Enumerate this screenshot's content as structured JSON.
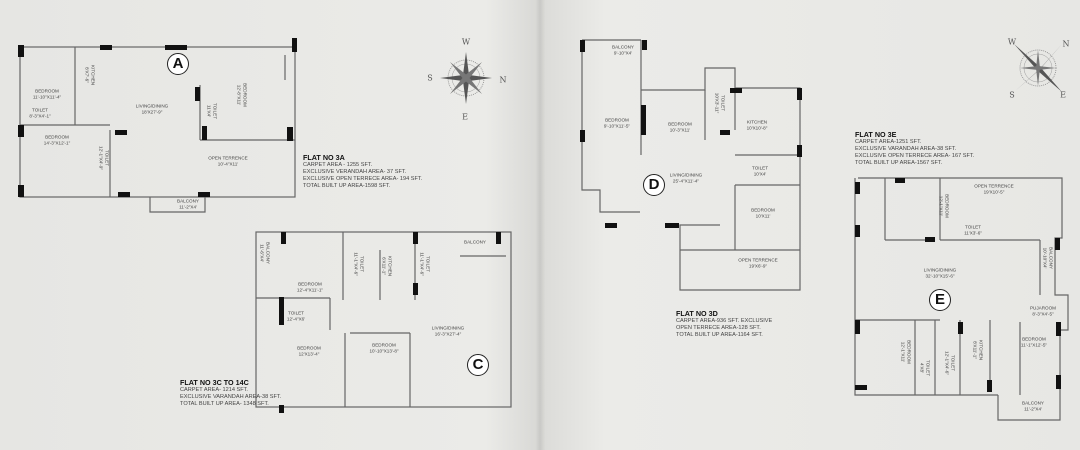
{
  "compass": {
    "north": "N",
    "south": "S",
    "east": "E",
    "west": "W"
  },
  "flats": [
    {
      "letter": "A",
      "title": "FLAT NO 3A",
      "lines": [
        "CARPET AREA - 1255 SFT.",
        "EXCLUSIVE VERANDAH AREA- 37 SFT.",
        "EXCLUSIVE OPEN TERRECE AREA- 194 SFT.",
        "TOTAL BUILT UP AREA-1598 SFT."
      ],
      "rooms": [
        {
          "name": "Bedroom",
          "dims": "11'-10\"X11'-4\""
        },
        {
          "name": "Kitchen",
          "dims": "8'X7'-6\""
        },
        {
          "name": "Toilet",
          "dims": "8'-3\"X4'-1\""
        },
        {
          "name": "Bedroom",
          "dims": "14'-3\"X12'-1\""
        },
        {
          "name": "Toilet",
          "dims": "12'-1\"X4'-9\""
        },
        {
          "name": "Living/Dining",
          "dims": "18'X27'-9\""
        },
        {
          "name": "Toilet",
          "dims": "11'X4'"
        },
        {
          "name": "Bedroom",
          "dims": "12'-8\"X11'"
        },
        {
          "name": "Open Terrence",
          "dims": "10'-4\"X11'"
        },
        {
          "name": "Balcony",
          "dims": "11'-2\"X4'"
        }
      ]
    },
    {
      "letter": "C",
      "title": "FLAT NO 3C TO 14C",
      "lines": [
        "CARPET AREA- 1214 SFT.",
        "EXCLUSIVE VARANDAH AREA-38 SFT.",
        "TOTAL BUILT UP AREA- 1348 SFT."
      ],
      "rooms": [
        {
          "name": "Balcony",
          "dims": "11'-6\"X4'"
        },
        {
          "name": "Bedroom",
          "dims": "12'-4\"X11'-1\""
        },
        {
          "name": "Toilet",
          "dims": "11'-1\"X4'-6\""
        },
        {
          "name": "Kitchen",
          "dims": "6'X11'-1\""
        },
        {
          "name": "Toilet",
          "dims": "11'-1\"X4'-6\""
        },
        {
          "name": "Balcony",
          "dims": ""
        },
        {
          "name": "Toilet",
          "dims": "12'-4\"X6'"
        },
        {
          "name": "Living/Dining",
          "dims": "16'-3\"X27'-4\""
        },
        {
          "name": "Bedroom",
          "dims": "12'X13'-4\""
        },
        {
          "name": "Bedroom",
          "dims": "10'-10\"X13'-8\""
        }
      ]
    },
    {
      "letter": "D",
      "title": "FLAT NO 3D",
      "lines": [
        "CARPET AREA-936 SFT. EXCLUSIVE",
        "OPEN TERRECE AREA-128 SFT.",
        "TOTAL BUILT UP AREA-1164 SFT."
      ],
      "rooms": [
        {
          "name": "Balcony",
          "dims": "9'-10\"X4'"
        },
        {
          "name": "Bedroom",
          "dims": "9'-10\"X11'-5\""
        },
        {
          "name": "Bedroom",
          "dims": "10'-3\"X11'"
        },
        {
          "name": "Toilet",
          "dims": "10'X3'-11\""
        },
        {
          "name": "Kitchen",
          "dims": "10'X10'-8\""
        },
        {
          "name": "Toilet",
          "dims": "10'X4'"
        },
        {
          "name": "Living/Dining",
          "dims": "25'-4\"X11'-4\""
        },
        {
          "name": "Bedroom",
          "dims": "10'X11'"
        },
        {
          "name": "Open Terrence",
          "dims": "19'X6'-9\""
        }
      ]
    },
    {
      "letter": "E",
      "title": "FLAT NO 3E",
      "lines": [
        "CARPET AREA-1251 SFT.",
        "EXCLUSIVE VARANDAH AREA-38 SFT.",
        "EXCLUSIVE OPEN TERRECE AREA- 167 SFT.",
        "TOTAL BUILT UP AREA-1567 SFT."
      ],
      "rooms": [
        {
          "name": "Bedroom",
          "dims": "12'-1\"X11'"
        },
        {
          "name": "Open Terrence",
          "dims": "19'X10'-5\""
        },
        {
          "name": "Toilet",
          "dims": "11'X3'-6\""
        },
        {
          "name": "Balcony",
          "dims": "10'-10\"X4'"
        },
        {
          "name": "Living/Dining",
          "dims": "32'-10\"X15'-6\""
        },
        {
          "name": "Pujaroom",
          "dims": "8'-3\"X4'-5\""
        },
        {
          "name": "Bedroom",
          "dims": "11'-1\"X12'-5\""
        },
        {
          "name": "Bedroom",
          "dims": "12'-1\"X11'"
        },
        {
          "name": "Toilet",
          "dims": "4'X8'"
        },
        {
          "name": "Toilet",
          "dims": "12'-1\"X4'-6\""
        },
        {
          "name": "Kitchen",
          "dims": "8'X11'-1\""
        },
        {
          "name": "Balcony",
          "dims": "11'-2\"X4'"
        }
      ]
    }
  ]
}
